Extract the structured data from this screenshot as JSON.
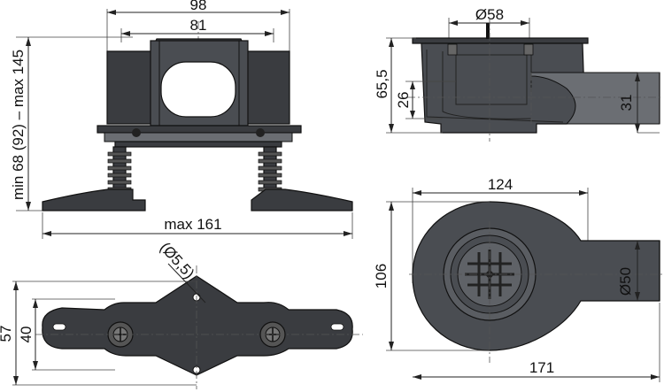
{
  "labels": {
    "front_width": "98",
    "front_inner_width": "81",
    "front_height_range": "min 68 (92) – max 145",
    "front_base_width": "max 161",
    "side_outlet_diameter": "Ø58",
    "side_total_height": "65,5",
    "side_water_seal": "26",
    "side_outlet_height": "31",
    "bottom_hole": "(Ø5,5)",
    "bottom_overall": "57",
    "bottom_inner": "40",
    "plan_body_width": "124",
    "plan_depth": "106",
    "plan_outlet": "Ø50",
    "plan_total_length": "171"
  }
}
